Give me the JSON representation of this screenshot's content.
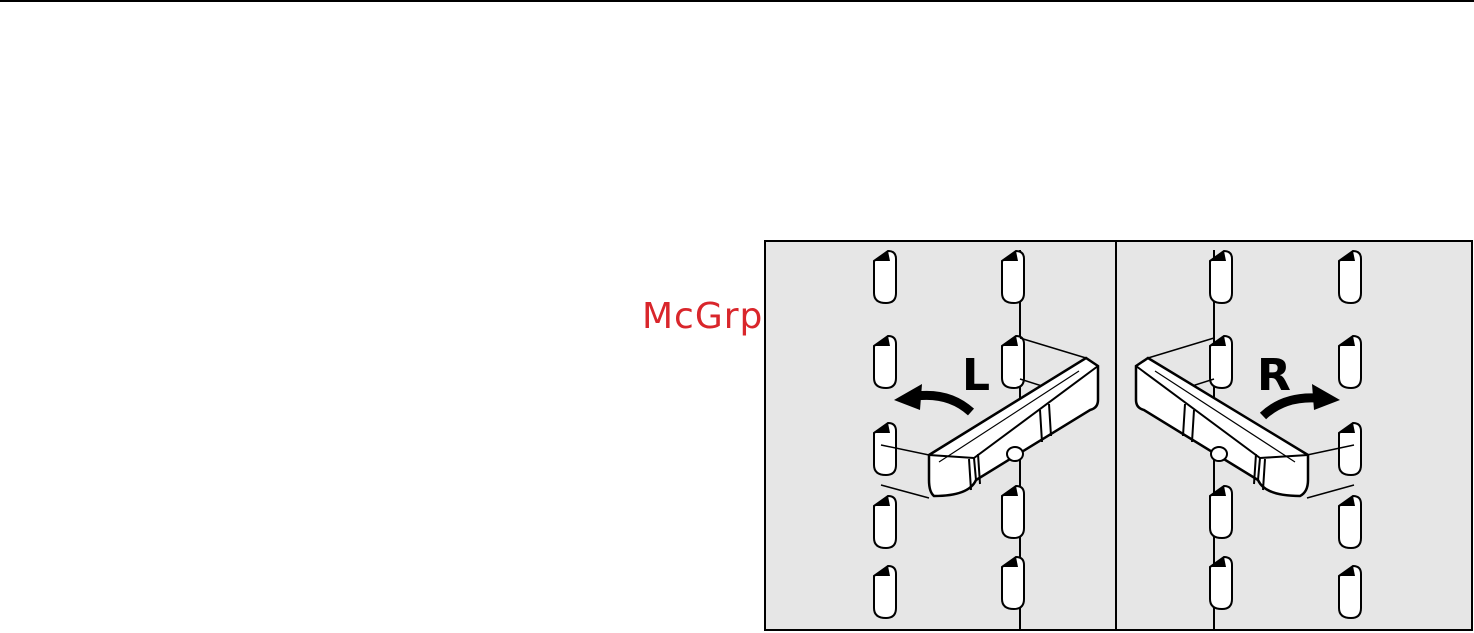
{
  "watermark": {
    "text": "McGrp.Ru",
    "color": "#d9262b"
  },
  "figure": {
    "left_panel": {
      "label": "L",
      "arrow_direction": "counter-clockwise"
    },
    "right_panel": {
      "label": "R",
      "arrow_direction": "clockwise"
    },
    "background_color": "#e6e6e6",
    "icons": [
      "rotate-left-arrow-icon",
      "rotate-right-arrow-icon"
    ]
  }
}
